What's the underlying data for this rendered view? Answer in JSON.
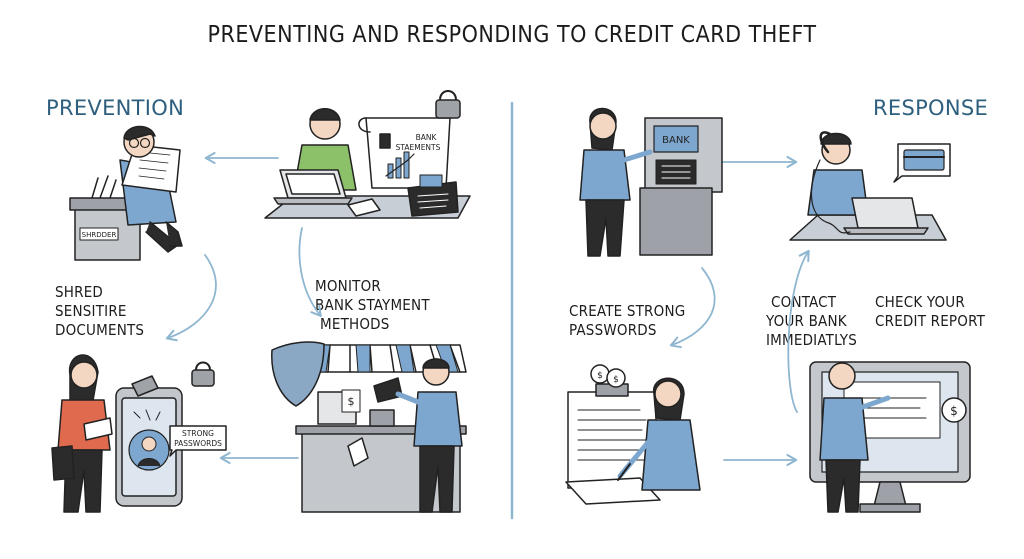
{
  "title": "PREVENTING AND RESPONDING TO CREDIT CARD THEFT",
  "sections": {
    "prevention": "PREVENTION",
    "response": "RESPONSE"
  },
  "steps": {
    "shred": [
      "SHRED",
      "SENSITIRE",
      "DOCUMENTS"
    ],
    "monitor": [
      "MONITOR",
      "BANK STAYMENT",
      "METHODS"
    ],
    "passwords": [
      "CREATE STRONG",
      "PASSWORDS"
    ],
    "contact_bank": [
      "CONTACT",
      "YOUR BANK",
      "IMMEDIATLYS"
    ],
    "credit_report": [
      "CHECK YOUR",
      "CREDIT REPORT"
    ]
  },
  "illustration_text": {
    "bank_statements": [
      "BANK",
      "STAEMENTS"
    ],
    "shredder": "SHRDDER",
    "strong_passwords": [
      "STRONG",
      "PASSWORDS"
    ],
    "atm": "BANK"
  },
  "colors": {
    "accent": "#2e5f7e",
    "arrow": "#8fb6d0",
    "shirt_blue": "#7ea7cf",
    "shirt_green": "#8cc16a",
    "shirt_red": "#e06a4d",
    "grey": "#b9bcc0"
  }
}
